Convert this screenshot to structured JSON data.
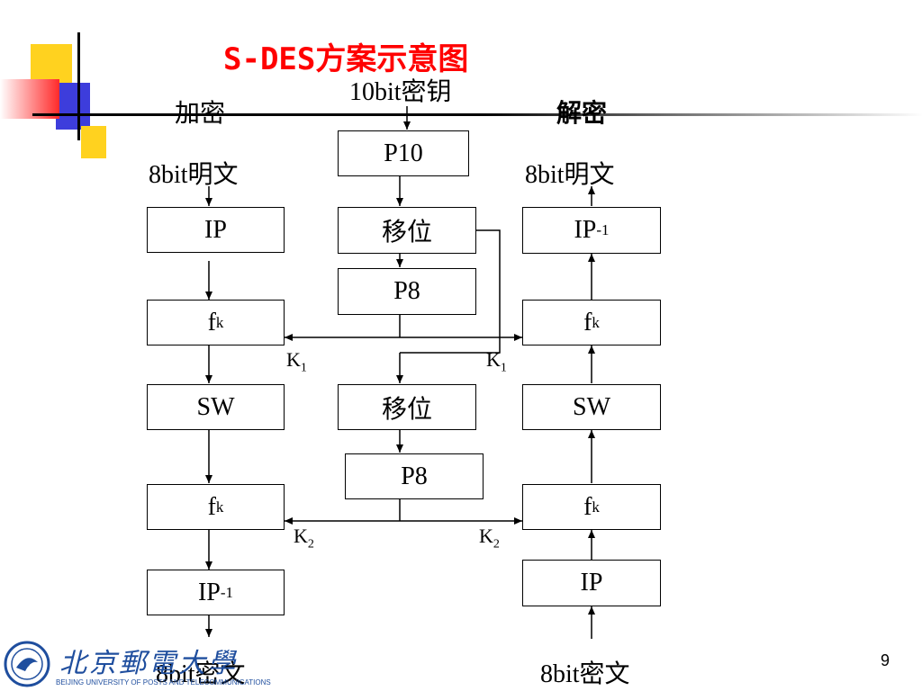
{
  "slide": {
    "title": "S-DES方案示意图",
    "page_number": "9",
    "colors": {
      "title": "#ff0000",
      "deco_yellow": "#ffd21f",
      "deco_blue": "#3d3ddc",
      "deco_red": "#ff2a2a",
      "logo_blue": "#1f4e9e"
    }
  },
  "logo": {
    "name_cn": "北京郵電大學",
    "name_en": "BEIJING UNIVERSITY OF POSTS AND TELECOMMUNICATIONS"
  },
  "diagram": {
    "encrypt_header": "加密",
    "decrypt_header": "解密",
    "key_input": "10bit密钥",
    "encrypt_input": "8bit明文",
    "encrypt_output": "8bit密文",
    "decrypt_input": "8bit密文",
    "decrypt_output": "8bit明文",
    "key_chain": {
      "p10": "P10",
      "shift1": "移位",
      "p8_1": "P8",
      "shift2": "移位",
      "p8_2": "P8"
    },
    "encrypt_chain": {
      "ip": "IP",
      "fk1": {
        "main": "f",
        "sub": "k"
      },
      "sw": "SW",
      "fk2": {
        "main": "f",
        "sub": "k"
      },
      "ip_inv": {
        "main": "IP",
        "sup": "-1"
      }
    },
    "decrypt_chain": {
      "ip": "IP",
      "fk1": {
        "main": "f",
        "sub": "k"
      },
      "sw": "SW",
      "fk2": {
        "main": "f",
        "sub": "k"
      },
      "ip_inv": {
        "main": "IP",
        "sup": "-1"
      }
    },
    "keys": {
      "k1": {
        "main": "K",
        "sub": "1"
      },
      "k2": {
        "main": "K",
        "sub": "2"
      }
    }
  }
}
